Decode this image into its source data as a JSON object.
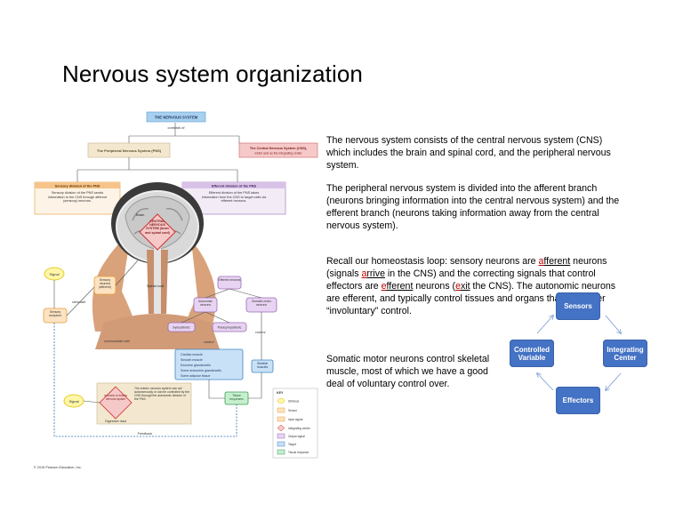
{
  "slide": {
    "title": "Nervous system organization",
    "paragraph1": "The nervous system consists of the central nervous system (CNS) which includes the brain and spinal cord, and the peripheral nervous system.",
    "paragraph2": "The peripheral nervous system is divided into the afferent branch (neurons bringing information into the central nervous system) and the efferent branch (neurons taking information away from the central nervous system).",
    "paragraph3": {
      "t1": "Recall our homeostasis loop: sensory neurons are ",
      "afferent_a": "a",
      "afferent_rest": "fferent",
      "t2": " neurons (signals ",
      "arrive_a": "a",
      "arrive_rest": "rrive",
      "t3": " in the CNS) and the correcting signals that control effectors are ",
      "efferent_e": "e",
      "efferent_rest": "fferent",
      "t4": " neurons (",
      "exit_e": "e",
      "exit_rest": "xit",
      "t5": " the CNS). The autonomic neurons are efferent, and typically control tissues and organs that are under “involuntary” control."
    },
    "paragraph4": "Somatic motor neurons control skeletal muscle, most of which we have a good deal of voluntary control over."
  },
  "cycle": {
    "sensors": "Sensors",
    "integrating": "Integrating Center",
    "effectors": "Effectors",
    "controlled": "Controlled Variable",
    "node_color": "#4472c4"
  },
  "figure": {
    "top_box": "THE NERVOUS SYSTEM",
    "consists_of": "consists of",
    "pns": "The Peripheral Nervous System (PNS)",
    "cns": "The Central Nervous System (CNS),",
    "cns_sub": "which acts as the integrating center",
    "sensory_div": "Sensory division of the PNS",
    "sensory_div_desc": "Sensory division of the PNS sends information to the CNS through afferent (sensory) neurons.",
    "efferent_div": "Efferent division of the PNS",
    "efferent_div_desc": "Efferent division of the PNS takes information from the CNS to target cells via efferent neurons.",
    "brain": "Brain",
    "cns_diamond": "CENTRAL NERVOUS SYSTEM (brain and spinal cord)",
    "spinal_cord": "Spinal cord",
    "signal": "Signal",
    "sensory_neurons": "Sensory neurons (afferent)",
    "sensory_receptors": "Sensory receptors",
    "stimulate": "stimulate",
    "efferent_neurons": "Efferent neurons",
    "autonomic": "Autonomic neurons",
    "somatic_motor": "Somatic motor neurons",
    "sympathetic": "Sympathetic",
    "parasympathetic": "Parasympathetic",
    "control": "control",
    "communicate_with": "communicate with",
    "effectors_list": [
      "Cardiac muscle",
      "Smooth muscle",
      "Exocrine glands/cells",
      "Some endocrine glands/cells",
      "Some adipose tissue"
    ],
    "skeletal": "Skeletal muscles",
    "enteric_diamond": "Neurons of enteric nervous system",
    "enteric_desc": "The enteric nervous system can act autonomously or can be controlled by the CNS through the autonomic division of the PNS.",
    "digestive": "Digestive tract",
    "tissue_responses": "Tissue responses",
    "feedback": "Feedback",
    "key_title": "KEY",
    "key_items": [
      "Stimulus",
      "Sensor",
      "Input signal",
      "Integrating center",
      "Output signal",
      "Target",
      "Tissue response"
    ],
    "copyright": "© 2019 Pearson Education, Inc."
  }
}
